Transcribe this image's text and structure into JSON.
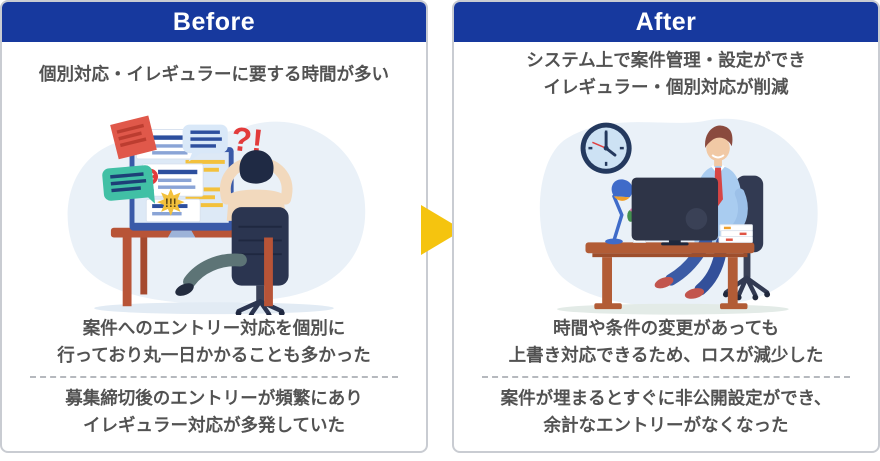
{
  "comparison": {
    "before": {
      "title": "Before",
      "summary_lines": [
        "個別対応・イレギュラーに要する時間が多い"
      ],
      "points": [
        {
          "lines": [
            "案件へのエントリー対応を個別に",
            "行っており丸一日かかることも多かった"
          ]
        },
        {
          "lines": [
            "募集締切後のエントリーが頻繁にあり",
            "イレギュラー対応が多発していた"
          ]
        }
      ],
      "illustration": {
        "confusion_text": "?!",
        "alert_text": "!!!"
      }
    },
    "after": {
      "title": "After",
      "summary_lines": [
        "システム上で案件管理・設定ができ",
        "イレギュラー・個別対応が削減"
      ],
      "points": [
        {
          "lines": [
            "時間や条件の変更があっても",
            "上書き対応できるため、ロスが減少した"
          ]
        },
        {
          "lines": [
            "案件が埋まるとすぐに非公開設定ができ、",
            "余計なエントリーがなくなった"
          ]
        }
      ]
    },
    "arrow_icon": {
      "name": "right-arrow-icon",
      "shape": "right-triangle",
      "color": "#F5C40F"
    },
    "colors": {
      "header_blue": "#17399E",
      "text_gray": "#525252",
      "panel_border": "#C9CCD2",
      "arrow_yellow": "#F5C40F"
    }
  }
}
